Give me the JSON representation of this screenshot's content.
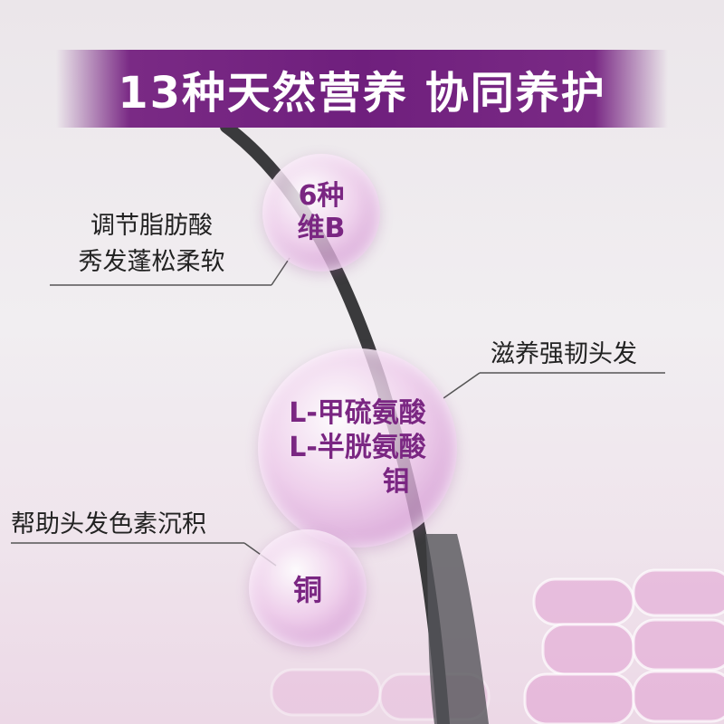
{
  "banner": {
    "title": "13种天然营养 协同养护"
  },
  "callouts": [
    {
      "lines": [
        "调节脂肪酸",
        "秀发蓬松柔软"
      ]
    },
    {
      "lines": [
        "滋养强韧头发"
      ]
    },
    {
      "lines": [
        "帮助头发色素沉积"
      ]
    }
  ],
  "bubbles": [
    {
      "lines": [
        "6种",
        "维B"
      ]
    },
    {
      "lines": [
        "L-甲硫氨酸",
        "L-半胱氨酸",
        "钼"
      ]
    },
    {
      "lines": [
        "铜"
      ]
    }
  ],
  "colors": {
    "banner": "#6f1f7d",
    "bubble_text": "#7a2682",
    "hair": "#3a3a3c"
  }
}
